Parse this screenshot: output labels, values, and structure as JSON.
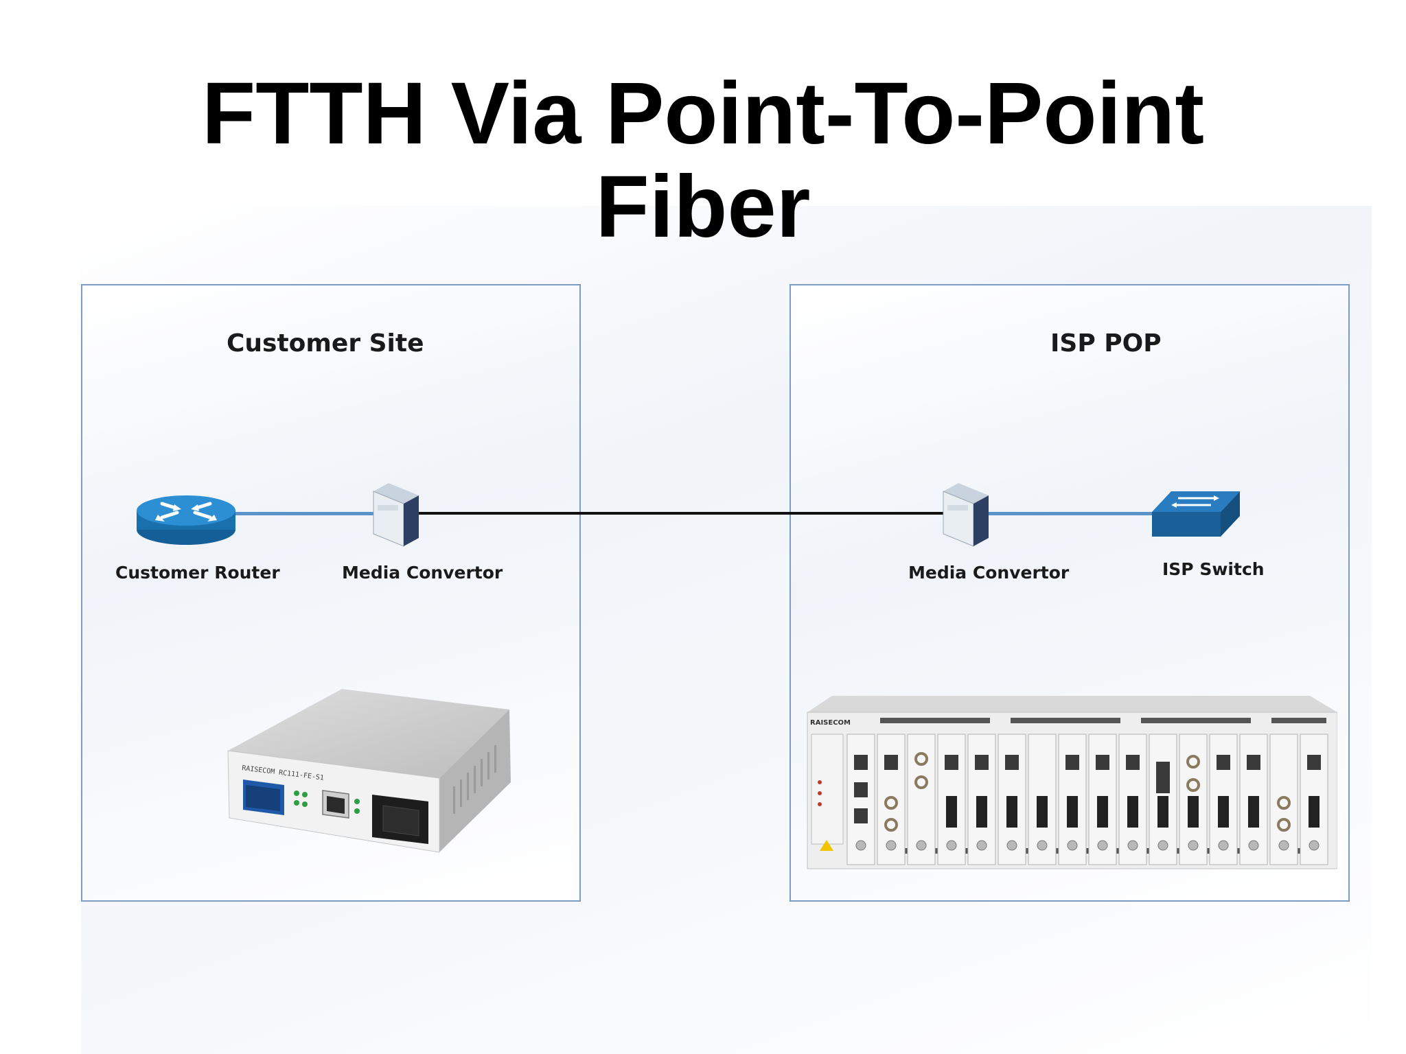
{
  "title": {
    "line1": "FTTH Via Point-To-Point",
    "line2": "Fiber"
  },
  "customer_site": {
    "label": "Customer Site",
    "router_label": "Customer Router",
    "convertor_label": "Media Convertor",
    "device_brand": "RAISECOM",
    "device_model": "RC111-FE-S1"
  },
  "isp_pop": {
    "label": "ISP POP",
    "convertor_label": "Media Convertor",
    "switch_label": "ISP Switch",
    "chassis_brand": "RAISECOM"
  },
  "colors": {
    "box_border": "#7d9cc4",
    "copper_link": "#5b93c9",
    "fiber_link": "#111111",
    "router_blue": "#1f7fc1",
    "switch_blue": "#1e6aa8"
  },
  "icons": [
    "router-icon",
    "media-convertor-icon",
    "switch-icon"
  ]
}
